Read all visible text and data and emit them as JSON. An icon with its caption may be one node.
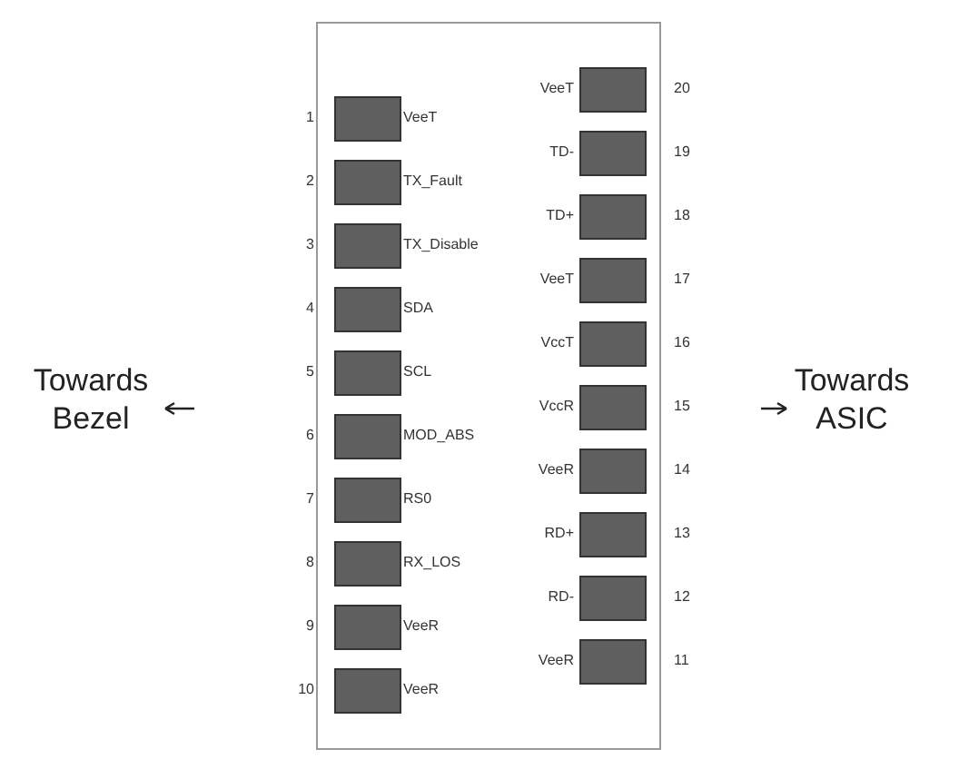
{
  "diagram": {
    "nodes": [
      {
        "text": [],
        "shape": "box"
      },
      {
        "text": [],
        "shape": "box",
        "in": 0,
        "beside": [
          "1",
          "VeeT"
        ]
      },
      {
        "text": [],
        "shape": "box",
        "in": 0,
        "beside": [
          "2",
          "TX_Fault"
        ]
      },
      {
        "text": [],
        "shape": "box",
        "in": 0,
        "beside": [
          "3",
          "TX_Disable"
        ]
      },
      {
        "text": [],
        "shape": "box",
        "in": 0,
        "beside": [
          "4",
          "SDA"
        ]
      },
      {
        "text": [],
        "shape": "box",
        "in": 0,
        "beside": [
          "5",
          "SCL"
        ]
      },
      {
        "text": [],
        "shape": "box",
        "in": 0,
        "beside": [
          "6",
          "MOD_ABS"
        ]
      },
      {
        "text": [],
        "shape": "box",
        "in": 0,
        "beside": [
          "7",
          "RS0"
        ]
      },
      {
        "text": [],
        "shape": "box",
        "in": 0,
        "beside": [
          "8",
          "RX_LOS"
        ]
      },
      {
        "text": [],
        "shape": "box",
        "in": 0,
        "beside": [
          "9",
          "VeeR"
        ]
      },
      {
        "text": [],
        "shape": "box",
        "in": 0,
        "beside": [
          "10",
          "VeeR"
        ]
      },
      {
        "text": [],
        "shape": "box",
        "in": 0,
        "beside": [
          "VeeT",
          "20"
        ]
      },
      {
        "text": [],
        "shape": "box",
        "in": 0,
        "beside": [
          "TD-",
          "19"
        ]
      },
      {
        "text": [],
        "shape": "box",
        "in": 0,
        "beside": [
          "TD+",
          "18"
        ]
      },
      {
        "text": [],
        "shape": "box",
        "in": 0,
        "beside": [
          "VeeT",
          "17"
        ]
      },
      {
        "text": [],
        "shape": "box",
        "in": 0,
        "beside": [
          "VccT",
          "16"
        ]
      },
      {
        "text": [],
        "shape": "box",
        "in": 0,
        "beside": [
          "VccR",
          "15"
        ]
      },
      {
        "text": [],
        "shape": "box",
        "in": 0,
        "beside": [
          "VeeR",
          "14"
        ]
      },
      {
        "text": [],
        "shape": "box",
        "in": 0,
        "beside": [
          "RD+",
          "13"
        ]
      },
      {
        "text": [],
        "shape": "box",
        "in": 0,
        "beside": [
          "RD-",
          "12"
        ]
      },
      {
        "text": [],
        "shape": "box",
        "in": 0,
        "beside": [
          "VeeR",
          "11"
        ]
      }
    ],
    "labels": [
      "Towards Bezel",
      "Towards ASIC"
    ]
  }
}
